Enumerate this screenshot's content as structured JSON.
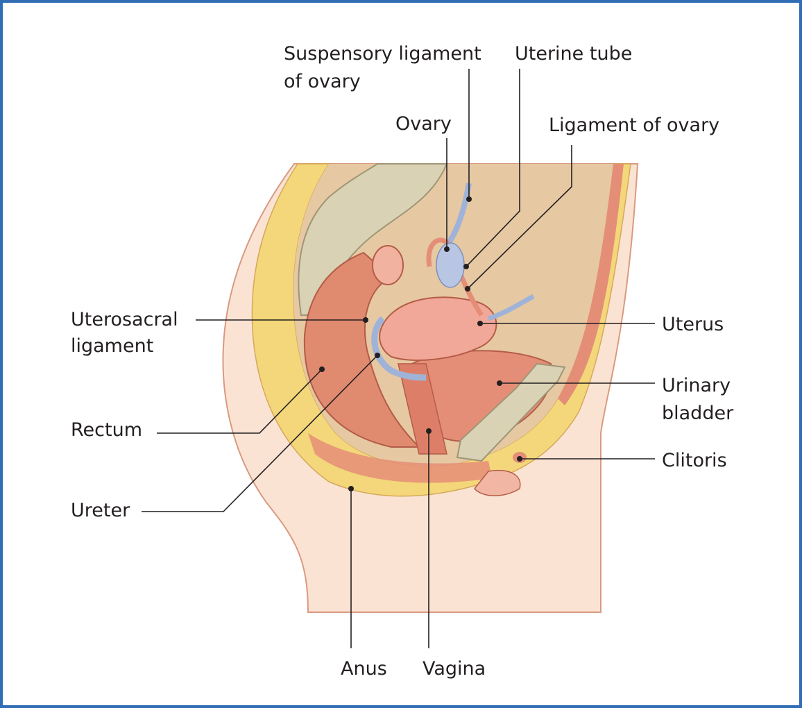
{
  "labels": {
    "suspensory_1": "Suspensory ligament",
    "suspensory_2": "of ovary",
    "uterine_tube": "Uterine tube",
    "ovary": "Ovary",
    "ligament_of_ovary": "Ligament of ovary",
    "uterosacral_1": "Uterosacral",
    "uterosacral_2": "ligament",
    "uterus": "Uterus",
    "bladder_1": "Urinary",
    "bladder_2": "bladder",
    "rectum": "Rectum",
    "clitoris": "Clitoris",
    "ureter": "Ureter",
    "anus": "Anus",
    "vagina": "Vagina"
  },
  "colors": {
    "border": "#2f6db5",
    "skin": "#fbe3d4",
    "cavity": "#e6c8a2",
    "fat": "#f3d77a",
    "bone": "#d9d2b4",
    "muscle": "#e58e77",
    "vessel": "#9fb3d8"
  }
}
